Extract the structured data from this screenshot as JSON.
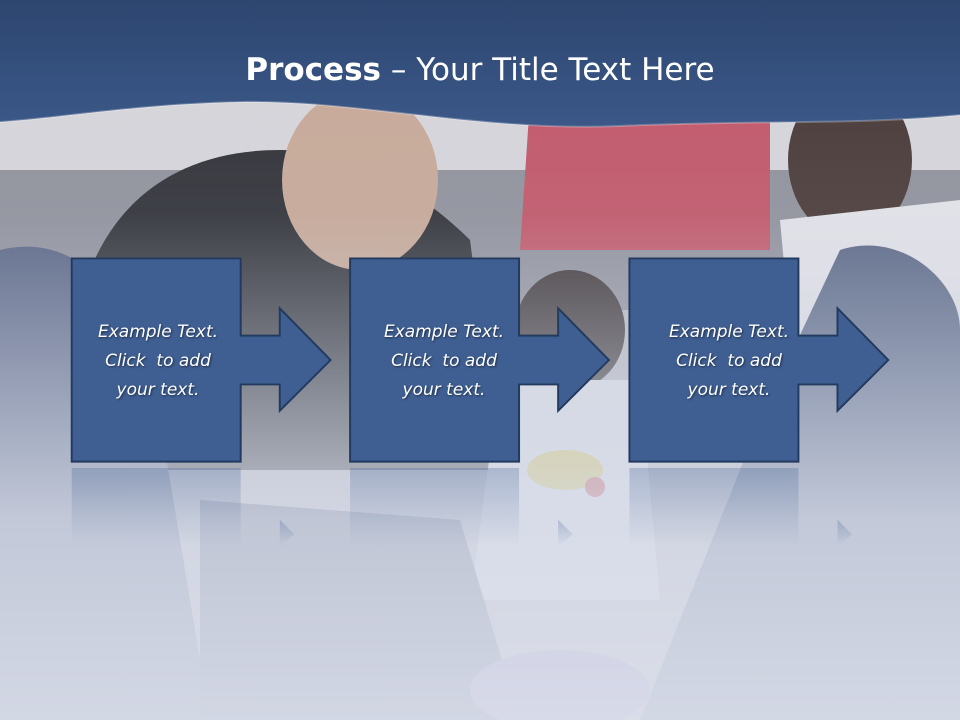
{
  "slide": {
    "title_bold": "Process",
    "title_rest": " – Your Title Text Here",
    "colors": {
      "header": "#34507e",
      "box_fill": "#3f5f93",
      "box_stroke": "#233a5f",
      "text": "#ffffff"
    }
  },
  "steps": [
    {
      "line1": "Example Text.",
      "line2": "Click  to add",
      "line3": "your text."
    },
    {
      "line1": "Example Text.",
      "line2": "Click  to add",
      "line3": "your text."
    },
    {
      "line1": "Example Text.",
      "line2": "Click  to add",
      "line3": "your text."
    }
  ]
}
